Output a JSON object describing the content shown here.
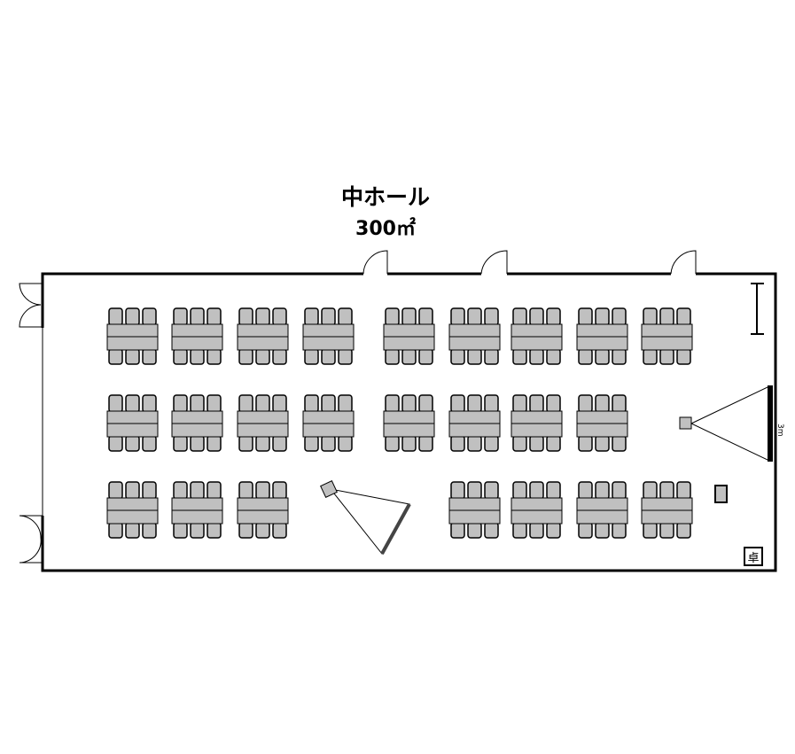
{
  "room": {
    "name": "中ホール",
    "area": "300㎡"
  },
  "screen_label": "3m",
  "podium_label": "卓",
  "colors": {
    "furniture": "#c0c0c0",
    "wall": "#000000"
  }
}
